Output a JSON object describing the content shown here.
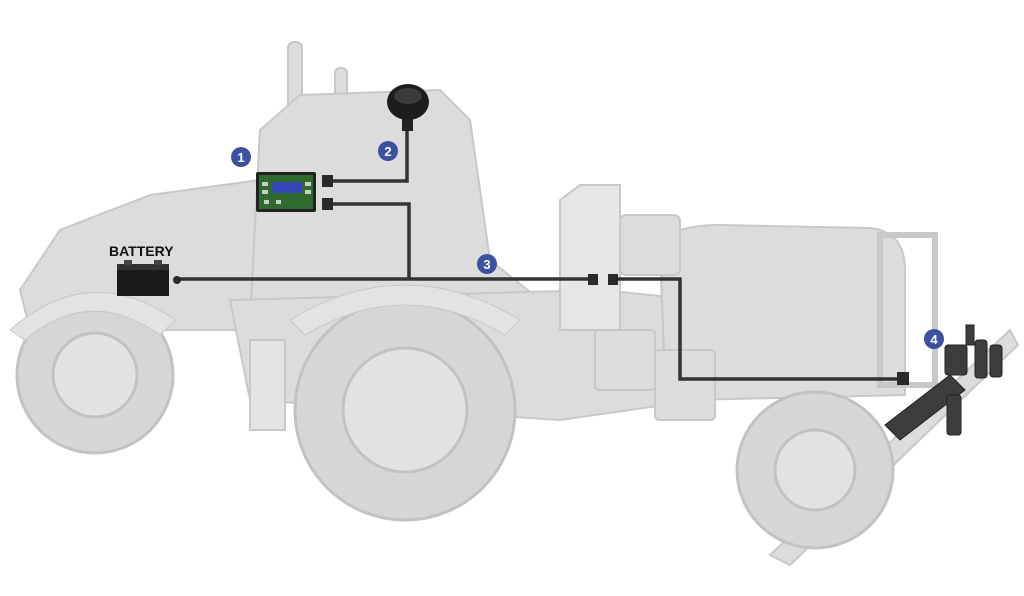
{
  "diagram": {
    "battery_label": "BATTERY",
    "badges": [
      "1",
      "2",
      "3",
      "4"
    ],
    "colors": {
      "badge": "#3d51a3",
      "wire": "#333333",
      "vehicle": "#d9d9d9",
      "vehicle_edge": "#c4c4c4",
      "screen": "#3546b8",
      "board": "#2f6a2f"
    }
  }
}
